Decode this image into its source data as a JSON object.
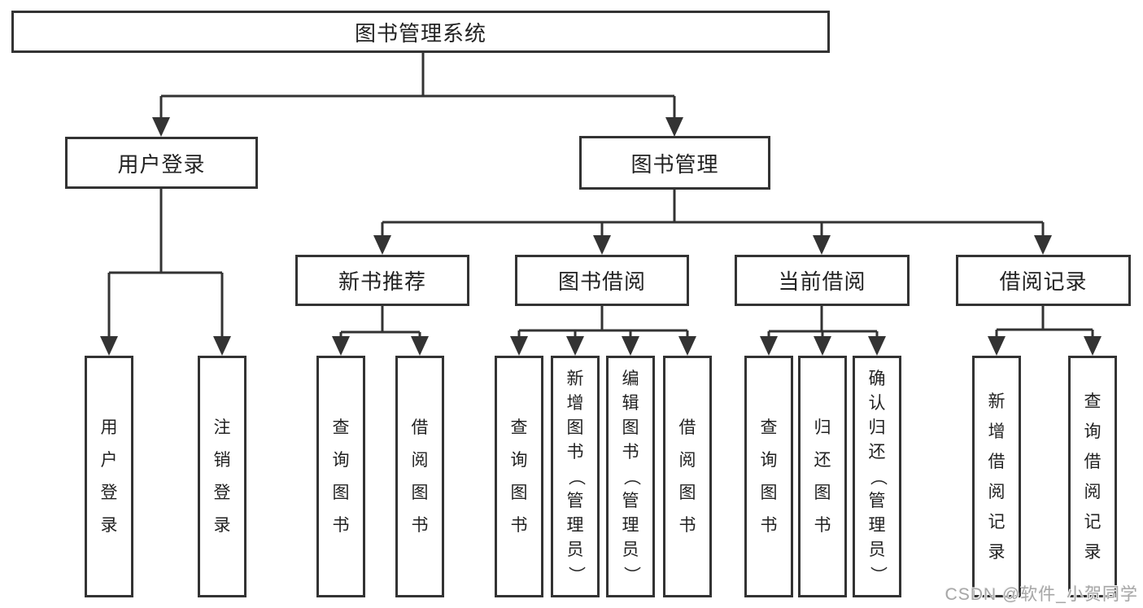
{
  "title": "图书管理系统",
  "tree": {
    "label": "图书管理系统",
    "children": [
      {
        "label": "用户登录",
        "children": [
          {
            "label": "用户登录"
          },
          {
            "label": "注销登录"
          }
        ]
      },
      {
        "label": "图书管理",
        "children": [
          {
            "label": "新书推荐",
            "children": [
              {
                "label": "查询图书"
              },
              {
                "label": "借阅图书"
              }
            ]
          },
          {
            "label": "图书借阅",
            "children": [
              {
                "label": "查询图书"
              },
              {
                "label": "新增图书（管理员）"
              },
              {
                "label": "编辑图书（管理员）"
              },
              {
                "label": "借阅图书"
              }
            ]
          },
          {
            "label": "当前借阅",
            "children": [
              {
                "label": "查询图书"
              },
              {
                "label": "归还图书"
              },
              {
                "label": "确认归还（管理员）"
              }
            ]
          },
          {
            "label": "借阅记录",
            "children": [
              {
                "label": "新增借阅记录"
              },
              {
                "label": "查询借阅记录"
              }
            ]
          }
        ]
      }
    ]
  },
  "watermark": "CSDN @软件_小贺同学",
  "colors": {
    "line": "#333333",
    "text": "#222222",
    "background": "#ffffff",
    "watermark": "#a6a6a6"
  }
}
